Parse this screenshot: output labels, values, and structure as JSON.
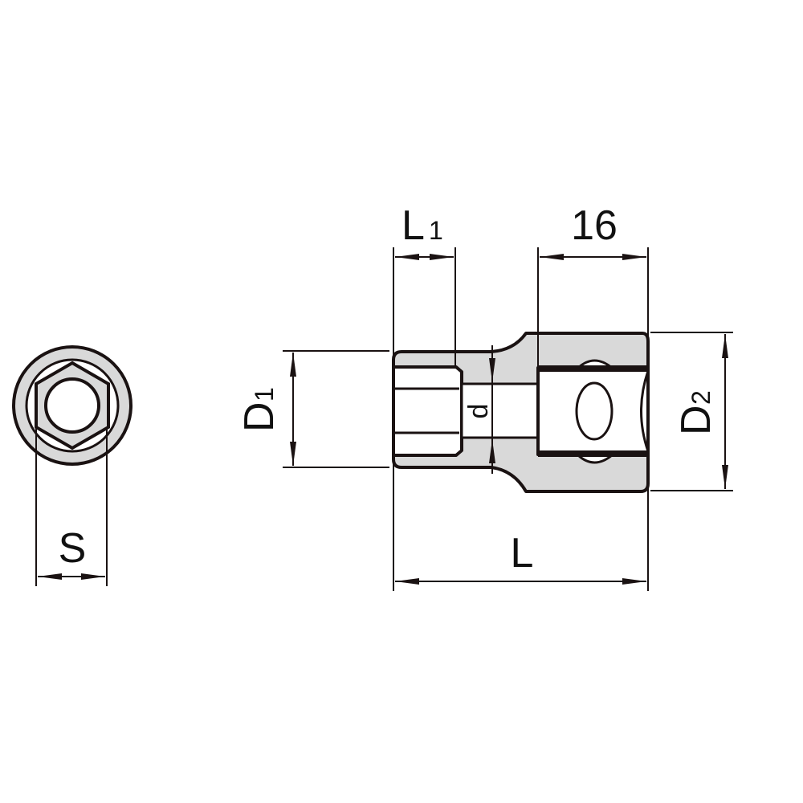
{
  "colors": {
    "line": "#1a1212",
    "fill": "#d9d9d9",
    "background": "#ffffff"
  },
  "dimensions": {
    "S": "S",
    "L": "L",
    "L1": {
      "main": "L",
      "sub": "1"
    },
    "D1": {
      "main": "D",
      "sub": "1"
    },
    "D2": {
      "main": "D",
      "sub": "2"
    },
    "d": "d",
    "drive": "16"
  }
}
